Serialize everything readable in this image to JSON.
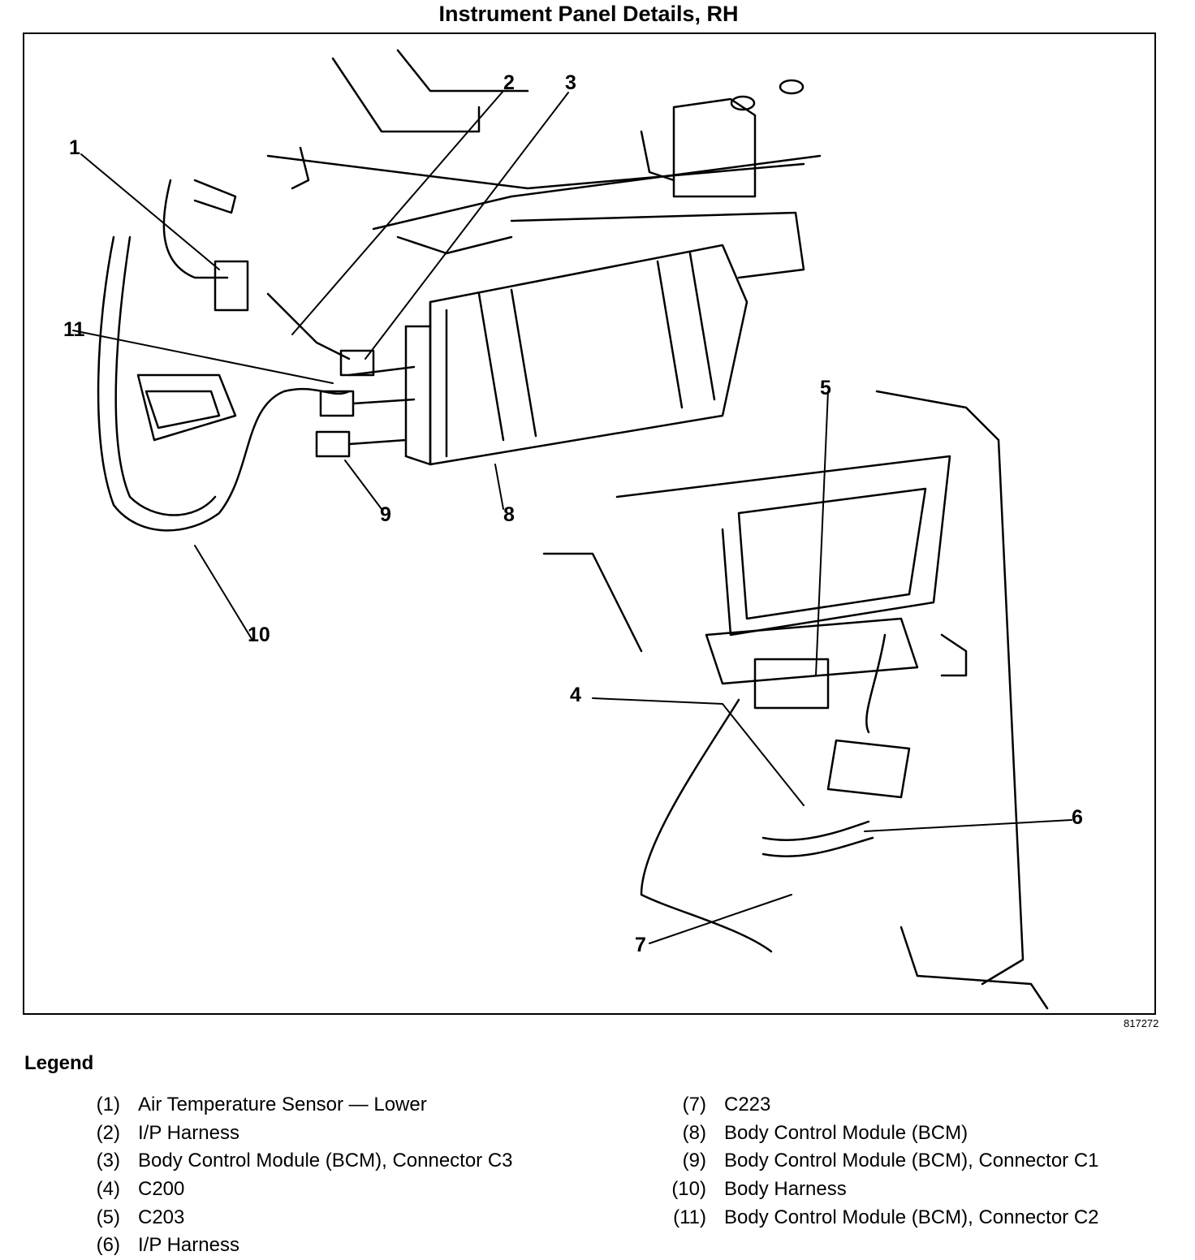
{
  "title": "Instrument Panel Details, RH",
  "figure_number": "817272",
  "callouts": [
    "1",
    "2",
    "3",
    "4",
    "5",
    "6",
    "7",
    "8",
    "9",
    "10",
    "11"
  ],
  "legend": {
    "heading": "Legend",
    "left": [
      {
        "num": "(1)",
        "text": "Air Temperature Sensor — Lower"
      },
      {
        "num": "(2)",
        "text": "I/P Harness"
      },
      {
        "num": "(3)",
        "text": "Body Control Module (BCM), Connector C3"
      },
      {
        "num": "(4)",
        "text": "C200"
      },
      {
        "num": "(5)",
        "text": "C203"
      },
      {
        "num": "(6)",
        "text": "I/P Harness"
      }
    ],
    "right": [
      {
        "num": "(7)",
        "text": "C223"
      },
      {
        "num": "(8)",
        "text": "Body Control Module (BCM)"
      },
      {
        "num": "(9)",
        "text": "Body Control Module (BCM), Connector C1"
      },
      {
        "num": "(10)",
        "text": "Body Harness"
      },
      {
        "num": "(11)",
        "text": "Body Control Module (BCM), Connector C2"
      }
    ]
  }
}
